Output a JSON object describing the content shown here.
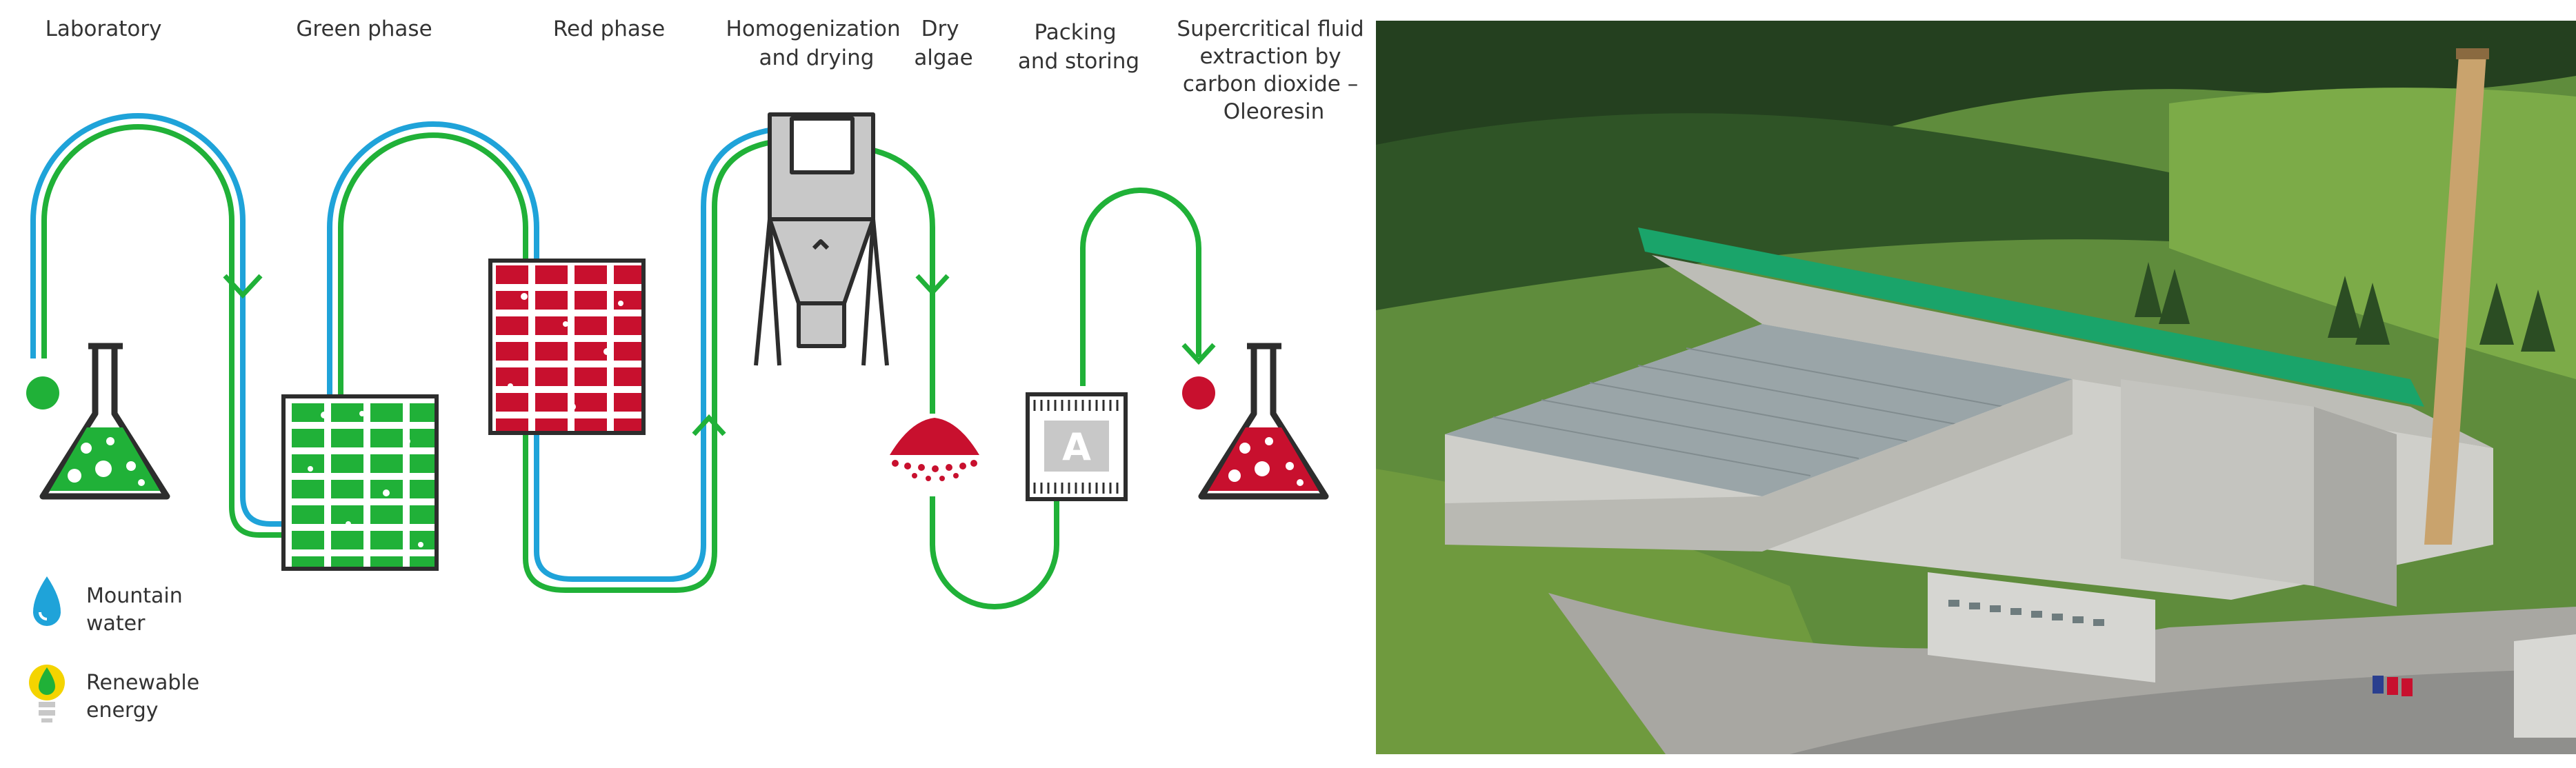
{
  "colors": {
    "green": "#20b138",
    "blue": "#1fa3d9",
    "red": "#c8102e",
    "outline": "#2d2d2d",
    "gray": "#c8c8c8"
  },
  "stages": [
    {
      "id": "laboratory",
      "lines": [
        "Laboratory"
      ]
    },
    {
      "id": "green",
      "lines": [
        "Green phase"
      ]
    },
    {
      "id": "red",
      "lines": [
        "Red phase"
      ]
    },
    {
      "id": "homog",
      "lines": [
        "Homogenization",
        "and drying"
      ]
    },
    {
      "id": "dry",
      "lines": [
        "Dry",
        "algae"
      ]
    },
    {
      "id": "packing",
      "lines": [
        "Packing",
        "and storing"
      ]
    },
    {
      "id": "extraction",
      "lines": [
        "Supercritical fluid",
        "extraction by",
        "carbon dioxide –",
        "Oleoresin"
      ]
    }
  ],
  "packing_label": "A",
  "legend": [
    {
      "icon": "water-drop-icon",
      "lines": [
        "Mountain",
        "water"
      ]
    },
    {
      "icon": "light-bulb-icon",
      "lines": [
        "Renewable",
        "energy"
      ]
    }
  ],
  "photo": {
    "icon": "aerial-photo-of-algae-production-facility"
  }
}
